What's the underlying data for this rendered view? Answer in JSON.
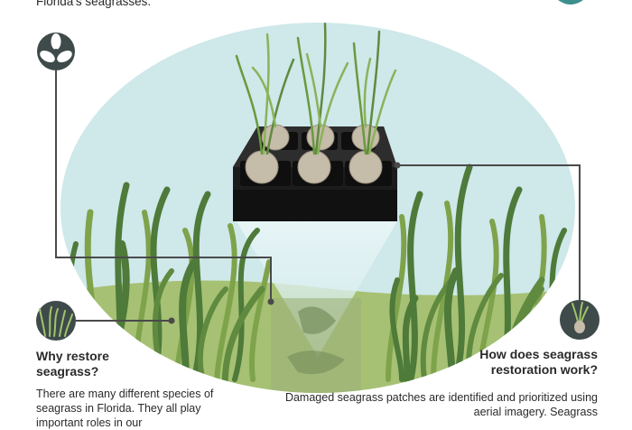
{
  "top_caption": "Florida's seagrasses.",
  "left_section": {
    "title": "Why restore seagrass?",
    "body": "There are many different species of seagrass in Florida. They all play important roles in our"
  },
  "right_section": {
    "title": "How does seagrass restoration work?",
    "body": "Damaged seagrass patches are identified and prioritized using aerial imagery. Seagrass"
  },
  "icons": [
    "propeller-icon",
    "seagrass-icon",
    "seagrass-bulb-icon"
  ],
  "colors": {
    "water": "#cfe8ea",
    "seabed": "#a6c173",
    "grass_dark": "#4e7a3a",
    "grass_light": "#7ea34b",
    "tray": "#1c1c1c",
    "icon_circle": "#3f4a4a",
    "bulb": "#c6bcaa",
    "leader_line": "#4a4a4a"
  }
}
